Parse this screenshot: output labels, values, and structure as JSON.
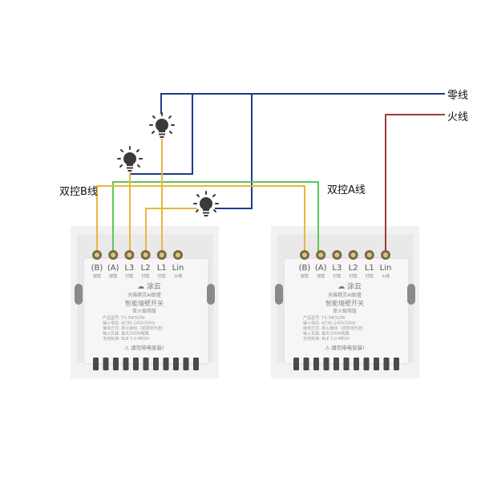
{
  "labels": {
    "neutral": "零线",
    "live": "火线",
    "twoway_b": "双控B线",
    "twoway_a": "双控A线"
  },
  "colors": {
    "neutral": "#1f3a8a",
    "live": "#9c3b3b",
    "load": "#e8b73c",
    "twoway_a": "#5cc85a",
    "bulb": "#3a3a3a"
  },
  "switch": {
    "terminals": [
      {
        "name": "(B)",
        "sub": "双控"
      },
      {
        "name": "(A)",
        "sub": "双控"
      },
      {
        "name": "L3",
        "sub": "灯控"
      },
      {
        "name": "L2",
        "sub": "灯控"
      },
      {
        "name": "L1",
        "sub": "灯控"
      },
      {
        "name": "Lin",
        "sub": "火线"
      }
    ],
    "brand": "涂云",
    "alliance": "天猫精灵AI联盟",
    "title": "智能墙壁开关",
    "subtitle": "单火极简版",
    "specs": [
      "产品型号: T1-3W3LTW",
      "输入电压: AC90-240V/50Hz",
      "接线方式: 单火接线（双控线可选）",
      "输入负载: 最大200W每路",
      "无线标准: BLE 5.0 MESH"
    ],
    "warning": "请勿带电安装!"
  }
}
